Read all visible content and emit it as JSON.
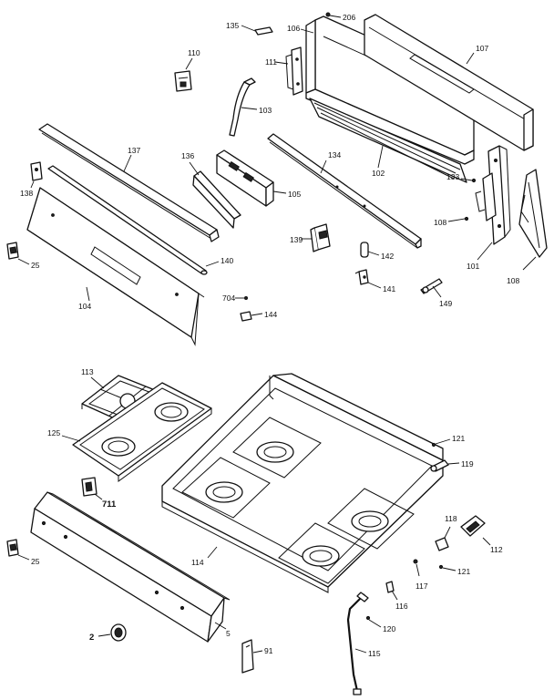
{
  "labels": {
    "p135": "135",
    "p206": "206",
    "p106": "106",
    "p107": "107",
    "p111": "111",
    "p110": "110",
    "p103": "103",
    "p137": "137",
    "p136": "136",
    "p134": "134",
    "p105": "105",
    "p102": "102",
    "p133": "133",
    "p108a": "108",
    "p101": "101",
    "p108b": "108",
    "p138": "138",
    "p25a": "25",
    "p104": "104",
    "p140": "140",
    "p139": "139",
    "p142": "142",
    "p141": "141",
    "p149": "149",
    "p704": "704",
    "p144": "144",
    "p113": "113",
    "p125": "125",
    "p711": "711",
    "p121a": "121",
    "p119": "119",
    "p114": "114",
    "p118": "118",
    "p112": "112",
    "p25b": "25",
    "p117": "117",
    "p121b": "121",
    "p116": "116",
    "p120": "120",
    "p2": "2",
    "p5": "5",
    "p115": "115",
    "p91": "91"
  }
}
